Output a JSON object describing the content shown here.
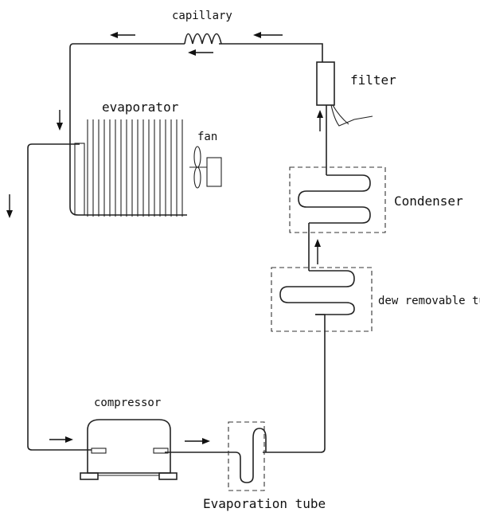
{
  "labels": {
    "capillary": "capillary",
    "filter": "filter",
    "evaporator": "evaporator",
    "fan": "fan",
    "condenser": "Condenser",
    "dew_tube": "dew removable tube",
    "compressor": "compressor",
    "evaporation_tube": "Evaporation tube"
  }
}
